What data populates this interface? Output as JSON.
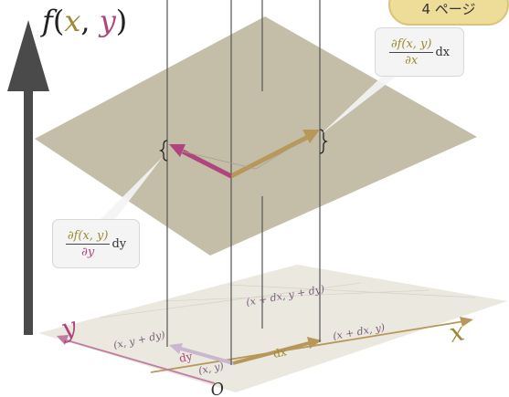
{
  "title": {
    "func_f": "f",
    "open": "(",
    "x": "x",
    "comma": ", ",
    "y": "y",
    "close": ")"
  },
  "badge": {
    "label": "4 ページ"
  },
  "callouts": {
    "dfdx": {
      "numerator": "∂f(x, y)",
      "denominator": "∂x",
      "differential": "dx"
    },
    "dfdy": {
      "numerator": "∂f(x, y)",
      "denominator": "∂y",
      "differential": "dy"
    }
  },
  "axes": {
    "x_label": "x",
    "y_label": "y",
    "origin_label": "O"
  },
  "plane_labels": {
    "point": "(x, y)",
    "point_dy": "(x, y + dy)",
    "point_dx": "(x + dx, y)",
    "point_dxdy": "(x + dx, y + dy)",
    "dx": "dx",
    "dy": "dy"
  },
  "colors": {
    "plane": "#beb7a0",
    "olive_arrow": "#b8975a",
    "pink_arrow": "#b0457d",
    "floor": "#ece9e0",
    "vertical_arrow": "#4a4a4a"
  },
  "icons": [
    "up-arrow-icon",
    "brace-icon"
  ]
}
